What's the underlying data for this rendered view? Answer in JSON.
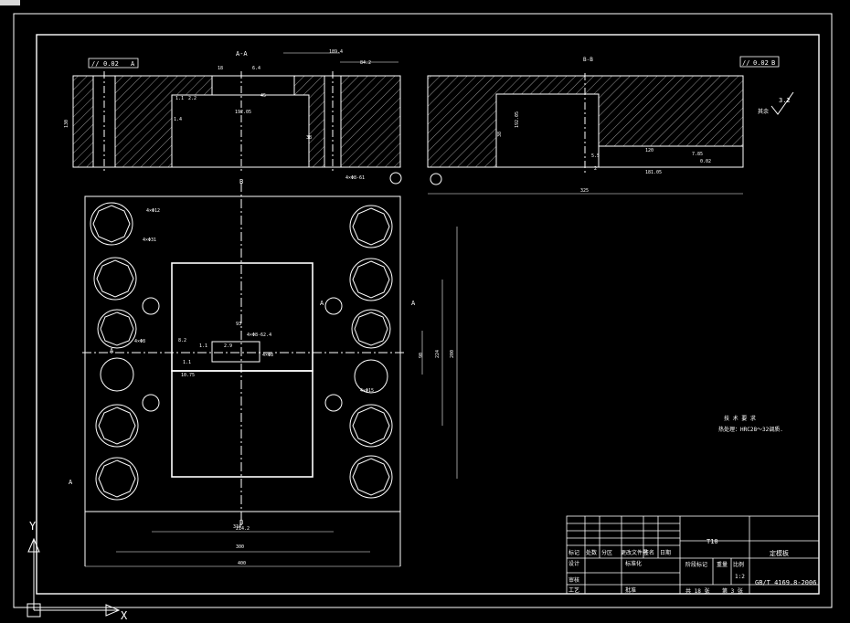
{
  "window": {
    "title_tab": ""
  },
  "views": {
    "section_aa": {
      "label": "A-A",
      "flatness": "0.02",
      "datum": "A",
      "dims": [
        "189.4",
        "84.2",
        "130",
        "1.1",
        "2.2",
        "192.05",
        "18",
        "38",
        "1.4",
        "6.4",
        "45",
        "4×Φ8-61"
      ]
    },
    "section_bb": {
      "label": "B-B",
      "flatness": "0.02",
      "datum": "B",
      "dims": [
        "38",
        "192.05",
        "120",
        "5.5",
        "181.05",
        "7.85",
        "0.02",
        "2",
        "325"
      ]
    },
    "roughness": {
      "value": "3.2",
      "note": "其余"
    }
  },
  "plan": {
    "labels": {
      "section_a": "A",
      "section_b": "B"
    },
    "dims": [
      "4×Φ12",
      "4×Φ31",
      "4×Φ8",
      "4×Φ15",
      "4×Φ8",
      "4×Φ8-62.4",
      "8.2",
      "1.1",
      "1.1",
      "10.75",
      "2.9",
      "93",
      "90",
      "224",
      "200",
      "310",
      "214.2",
      "300",
      "400"
    ]
  },
  "notes": {
    "heading": "技 术 要 求",
    "line1": "热处理：HRC28～32调质."
  },
  "title_block": {
    "material": "T10",
    "part_name": "定模板",
    "scale": "1:2",
    "standard": "GB/T 4169.8-2006",
    "sheets": "共 18 张",
    "sheet_no": "第 3 张",
    "row_labels": [
      "标记",
      "处数",
      "分区",
      "更改文件号",
      "签名",
      "日期"
    ],
    "design": "设计",
    "standardize": "标准化",
    "stage_label": "阶段标记",
    "weight": "重量",
    "scale_label": "比例",
    "review": "审核",
    "process": "工艺",
    "approve": "批准"
  },
  "ucs": {
    "x": "X",
    "y": "Y"
  }
}
